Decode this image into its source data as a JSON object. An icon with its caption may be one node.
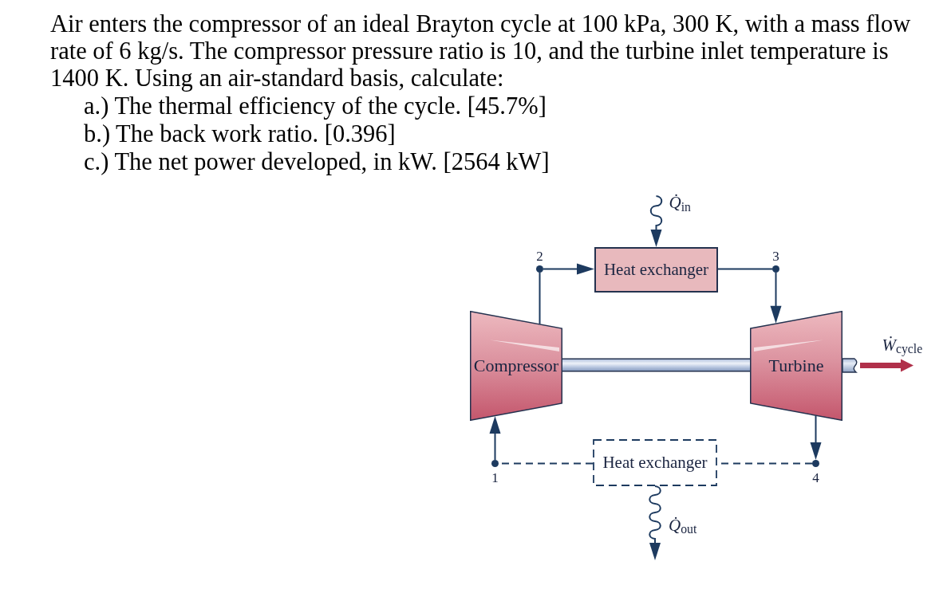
{
  "diagram": {
    "nodes": [
      {
        "text": [],
        "shape": "circle",
        "beside": [
          "2"
        ]
      },
      {
        "text": [
          "Heat exchanger"
        ]
      },
      {
        "text": [],
        "shape": "circle",
        "beside": [
          "3"
        ]
      },
      {
        "text": [
          "Compressor"
        ]
      },
      {
        "text": [
          "Turbine"
        ]
      },
      {
        "text": [],
        "shape": "bar"
      },
      {
        "text": [],
        "shape": "circle",
        "beside": [
          "1"
        ]
      },
      {
        "text": [
          "Heat exchanger"
        ]
      },
      {
        "text": [],
        "shape": "circle",
        "beside": [
          "4"
        ]
      }
    ],
    "edges": [
      {
        "from": 3,
        "to": 0,
        "arrow": "none"
      },
      {
        "from": 0,
        "to": 1,
        "arrow": "to"
      },
      {
        "from": 1,
        "to": 2,
        "arrow": "none"
      },
      {
        "from": 2,
        "to": 4,
        "arrow": "to"
      },
      {
        "from": 4,
        "to": 8,
        "arrow": "to"
      },
      {
        "from": 8,
        "to": 7,
        "arrow": "none",
        "style": "dashed"
      },
      {
        "from": 7,
        "to": 6,
        "arrow": "none",
        "style": "dashed"
      },
      {
        "from": 6,
        "to": 3,
        "arrow": "to"
      },
      {
        "from": null,
        "to": 1,
        "arrow": "to",
        "label": "*Q̇*$_{in}$"
      },
      {
        "from": 7,
        "to": null,
        "arrow": "to",
        "label": "*Q̇*$_{out}$"
      },
      {
        "from": 3,
        "to": 4,
        "arrow": "none",
        "style": "thick",
        "color": "#b9c7e0"
      },
      {
        "from": 5,
        "to": null,
        "arrow": "to",
        "label": "*Ẇ*$_{cycle}$",
        "style": "thick",
        "color": "#b0304a"
      }
    ],
    "labels": [
      "Air enters the compressor of an ideal Brayton cycle at 100 kPa, 300 K, with a mass flow rate of 6 kg/s. The compressor pressure ratio is 10, and the turbine inlet temperature is 1400 K. Using an air-standard basis, calculate:",
      "a.) The thermal efficiency of the cycle. [45.7%]",
      "b.) The back work ratio. [0.396]",
      "c.) The net power developed, in kW. [2564 kW]"
    ]
  }
}
